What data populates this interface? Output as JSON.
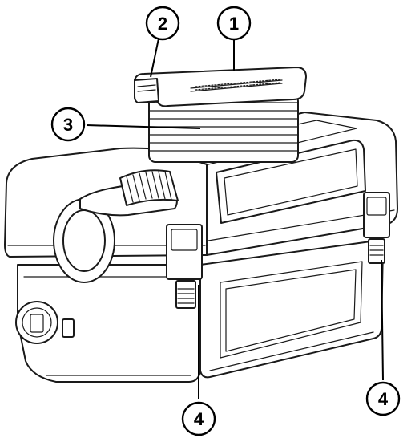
{
  "callouts": [
    {
      "id": "1",
      "label": "1"
    },
    {
      "id": "2",
      "label": "2"
    },
    {
      "id": "3",
      "label": "3"
    },
    {
      "id": "4a",
      "label": "4"
    },
    {
      "id": "4b",
      "label": "4"
    }
  ],
  "colors": {
    "line": "#1a1a1a",
    "background": "#ffffff"
  }
}
